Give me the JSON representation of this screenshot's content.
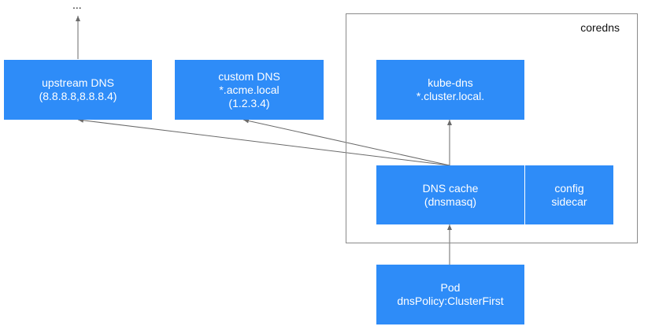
{
  "colors": {
    "box_fill": "#2e8cf8",
    "box_text": "#ffffff",
    "arrow": "#6a6a6a",
    "frame_border": "#8a8a8a"
  },
  "diagram": {
    "ellipsis": "...",
    "coredns_label": "coredns",
    "upstream_dns": {
      "line1": "upstream DNS",
      "line2": "(8.8.8.8,8.8.8.4)"
    },
    "custom_dns": {
      "line1": "custom DNS",
      "line2": "*.acme.local",
      "line3": "(1.2.3.4)"
    },
    "kube_dns": {
      "line1": "kube-dns",
      "line2": "*.cluster.local."
    },
    "dns_cache": {
      "line1": "DNS cache",
      "line2": "(dnsmasq)"
    },
    "config_sidecar": {
      "line1": "config",
      "line2": "sidecar"
    },
    "pod": {
      "line1": "Pod",
      "line2": "dnsPolicy:ClusterFirst"
    }
  }
}
